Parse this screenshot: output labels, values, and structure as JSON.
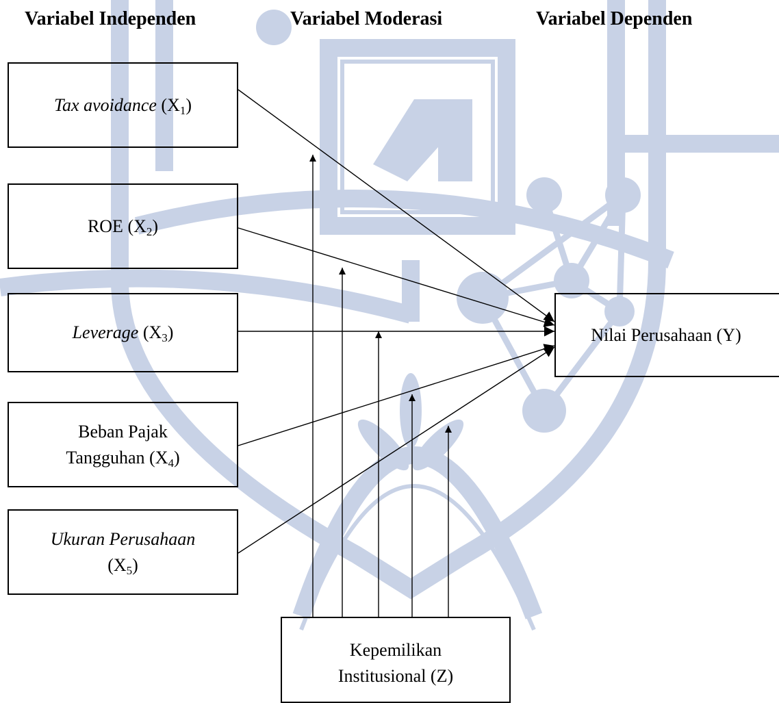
{
  "headers": {
    "independent": "Variabel Independen",
    "moderation": "Variabel Moderasi",
    "dependent": "Variabel Dependen"
  },
  "x1": {
    "name": "Tax avoidance",
    "symbol": "X",
    "sub": "1"
  },
  "x2": {
    "name": "ROE",
    "symbol": "X",
    "sub": "2"
  },
  "x3": {
    "name": "Leverage",
    "symbol": "X",
    "sub": "3"
  },
  "x4": {
    "line1": "Beban Pajak",
    "line2": "Tangguhan",
    "symbol": "X",
    "sub": "4"
  },
  "x5": {
    "name": "Ukuran Perusahaan",
    "symbol": "X",
    "sub": "5"
  },
  "z": {
    "line1": "Kepemilikan",
    "line2": "Institusional (Z)"
  },
  "y": {
    "label": "Nilai Perusahaan (Y)"
  },
  "colors": {
    "watermark": "#c8d2e6",
    "line": "#000000"
  }
}
